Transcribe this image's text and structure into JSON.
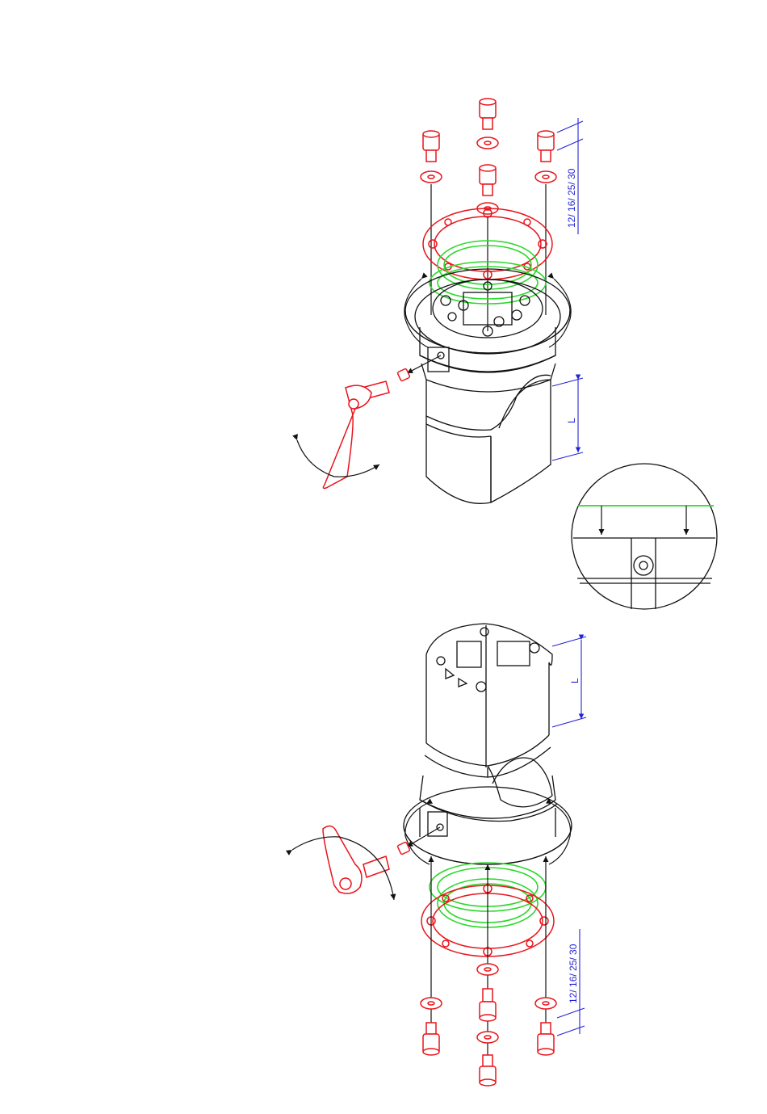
{
  "colors": {
    "part_highlight": "#e8141b",
    "seal_ring": "#2bd82b",
    "dimension": "#2323d6",
    "outline": "#111111"
  },
  "top_assembly": {
    "dim_screw_lengths": "12/ 16/ 25/ 30",
    "dim_insertion": "L"
  },
  "bottom_assembly": {
    "dim_screw_lengths": "12/ 16/ 25/ 30",
    "dim_insertion": "L"
  }
}
